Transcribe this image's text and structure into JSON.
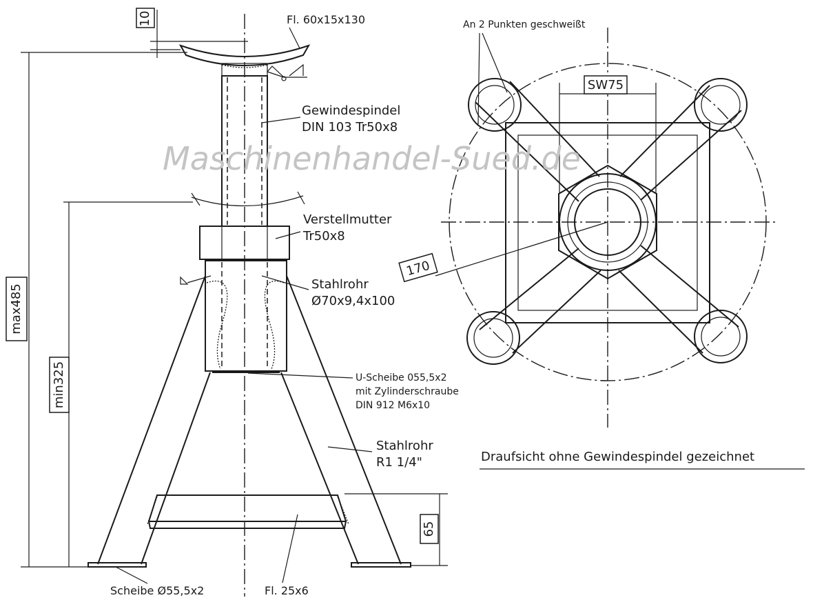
{
  "labels": {
    "flat_top": "Fl. 60x15x130",
    "dim_10": "10",
    "spindle_1": "Gewindespindel",
    "spindle_2": "DIN 103 Tr50x8",
    "nut_1": "Verstellmutter",
    "nut_2": "Tr50x8",
    "tube_1": "Stahlrohr",
    "tube_2": "Ø70x9,4x100",
    "washer_1": "U-Scheibe 055,5x2",
    "washer_2": "mit Zylinderschraube",
    "washer_3": "DIN 912 M6x10",
    "legtube_1": "Stahlrohr",
    "legtube_2": "R1 1/4\"",
    "max_dim": "max485",
    "min_dim": "min325",
    "dim_65": "65",
    "disc": "Scheibe Ø55,5x2",
    "flat_bottom": "Fl. 25x6",
    "weld_note": "An 2 Punkten geschweißt",
    "sw": "SW75",
    "dim_170": "170",
    "caption": "Draufsicht ohne Gewindespindel gezeichnet"
  },
  "watermark": "Maschinenhandel-Sued.de"
}
